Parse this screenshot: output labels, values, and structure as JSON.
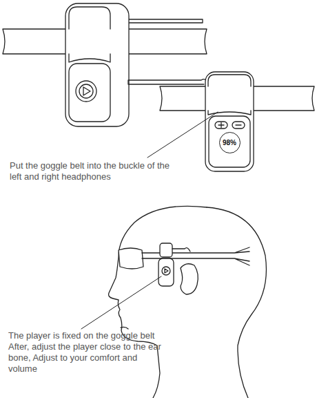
{
  "diagram": {
    "nodes": [
      {
        "text": [
          "98%"
        ]
      }
    ],
    "labels": [
      "Put the goggle belt into the buckle of the left and right headphones",
      "The player is fixed on the goggle belt After, adjust the player close to the ear bone, Adjust to your comfort and volume"
    ]
  }
}
